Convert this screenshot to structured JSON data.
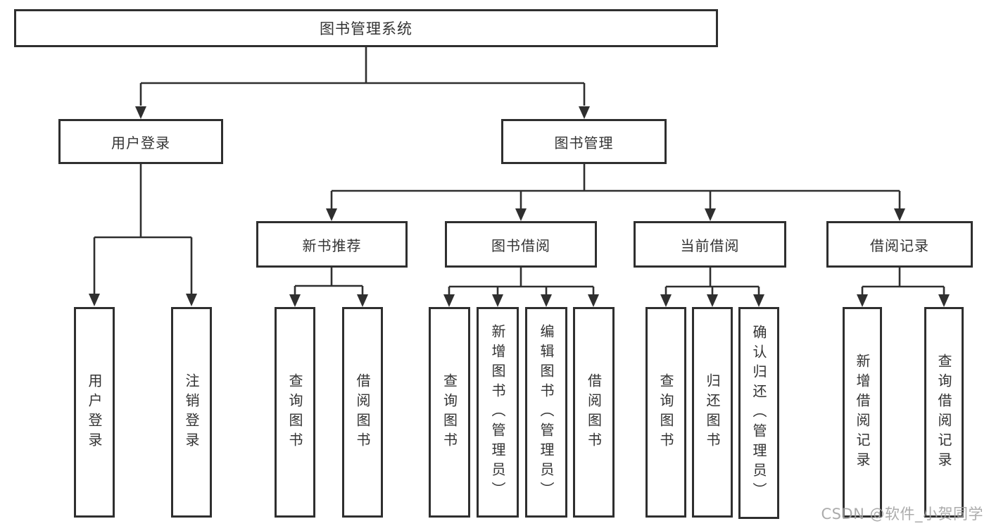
{
  "diagram": {
    "type": "tree-structure-chart",
    "background_color": "#ffffff",
    "line_color": "#2f2f2f",
    "box_border_color": "#2f2f2f",
    "text_color": "#333333",
    "watermark_color": "#a3a3a3"
  },
  "tree": {
    "label": "图书管理系统",
    "children": [
      {
        "label": "用户登录",
        "children": [
          {
            "label": "用户登录"
          },
          {
            "label": "注销登录"
          }
        ]
      },
      {
        "label": "图书管理",
        "children": [
          {
            "label": "新书推荐",
            "children": [
              {
                "label": "查询图书"
              },
              {
                "label": "借阅图书"
              }
            ]
          },
          {
            "label": "图书借阅",
            "children": [
              {
                "label": "查询图书"
              },
              {
                "label": "新增图书（管理员）"
              },
              {
                "label": "编辑图书（管理员）"
              },
              {
                "label": "借阅图书"
              }
            ]
          },
          {
            "label": "当前借阅",
            "children": [
              {
                "label": "查询图书"
              },
              {
                "label": "归还图书"
              },
              {
                "label": "确认归还（管理员）"
              }
            ]
          },
          {
            "label": "借阅记录",
            "children": [
              {
                "label": "新增借阅记录"
              },
              {
                "label": "查询借阅记录"
              }
            ]
          }
        ]
      }
    ]
  },
  "watermark": {
    "text": "CSDN @软件_小贺同学"
  }
}
